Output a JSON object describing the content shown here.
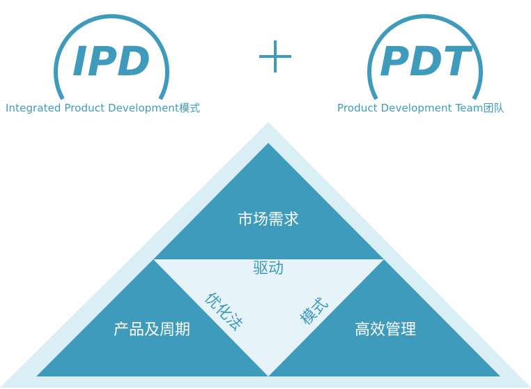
{
  "header": {
    "left_logo": "IPD",
    "left_caption": "Integrated Product Development模式",
    "plus_sign": "+",
    "right_logo": "PDT",
    "right_caption": "Product Development Team团队"
  },
  "pyramid": {
    "top": "市场需求",
    "bottom_left": "产品及周期",
    "bottom_right": "高效管理",
    "center_top": "驱动",
    "center_left": "优化法",
    "center_right": "模式"
  },
  "colors": {
    "accent": "#3f9bbb",
    "segment_fill": "#3f9bbb",
    "background_triangle": "#daeef5",
    "center_fill": "#e9f4f8"
  }
}
